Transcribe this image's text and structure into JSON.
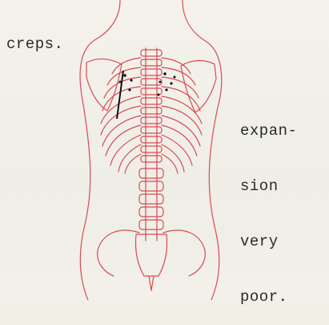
{
  "annotations": {
    "creps": "creps.",
    "expansion_lines": [
      "expan-",
      "sion",
      "very",
      "poor."
    ]
  },
  "colors": {
    "diagram_ink": "#d94a55",
    "typed_ink": "#2a2a2a",
    "marker_ink": "#111111",
    "paper": "#f1efe6"
  },
  "icons": [
    "back-skeleton-diagram"
  ]
}
